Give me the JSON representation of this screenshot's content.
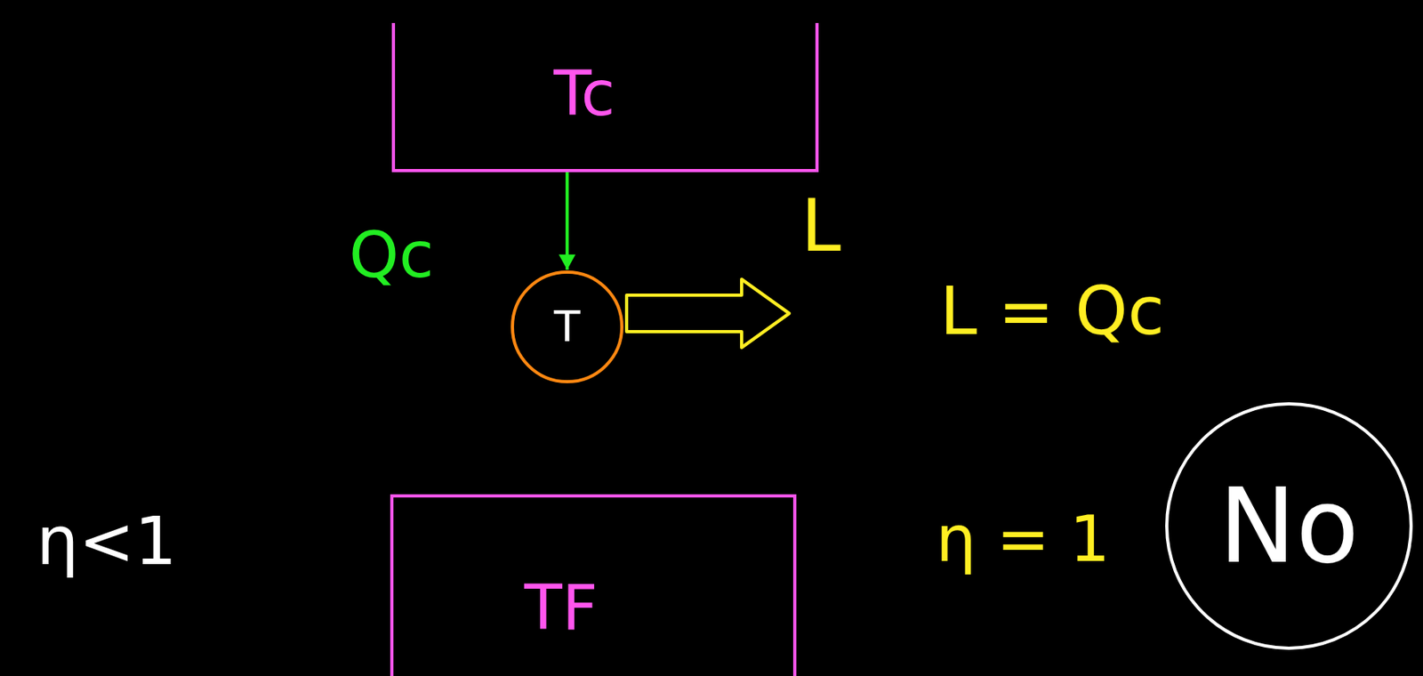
{
  "diagram": {
    "nodes": [
      {
        "text": [
          "Tc"
        ]
      },
      {
        "text": [
          "T"
        ]
      },
      {
        "text": [
          "TF"
        ]
      },
      {
        "text": [
          "No"
        ]
      }
    ],
    "edges": [
      {
        "from": 0,
        "to": 1,
        "arrow": "to"
      }
    ],
    "labels": [
      "Qc",
      "L",
      "L = Qc",
      "η = 1",
      "η<1"
    ]
  }
}
